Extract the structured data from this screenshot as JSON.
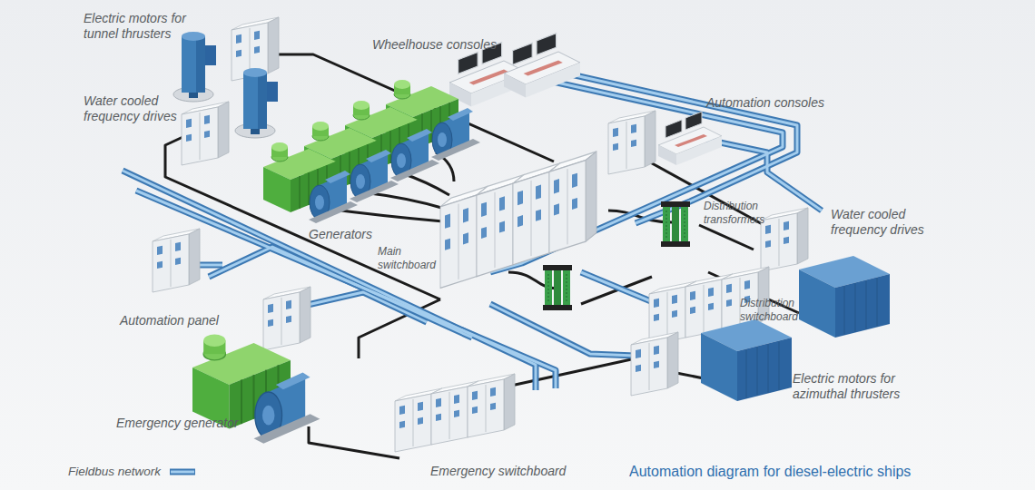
{
  "diagram": {
    "caption": "Automation diagram for diesel-electric ships",
    "labels": [
      "Electric motors for tunnel thrusters",
      "Wheelhouse consoles",
      "Water cooled frequency drives",
      "Automation consoles",
      "Generators",
      "Main switchboard",
      "Distribution transformers",
      "Water cooled frequency drives",
      "Distribution switchboard",
      "Automation panel",
      "Electric motors for azimuthal thrusters",
      "Emergency generator",
      "Emergency switchboard"
    ],
    "legend": [
      {
        "text": "Fieldbus network"
      }
    ]
  }
}
